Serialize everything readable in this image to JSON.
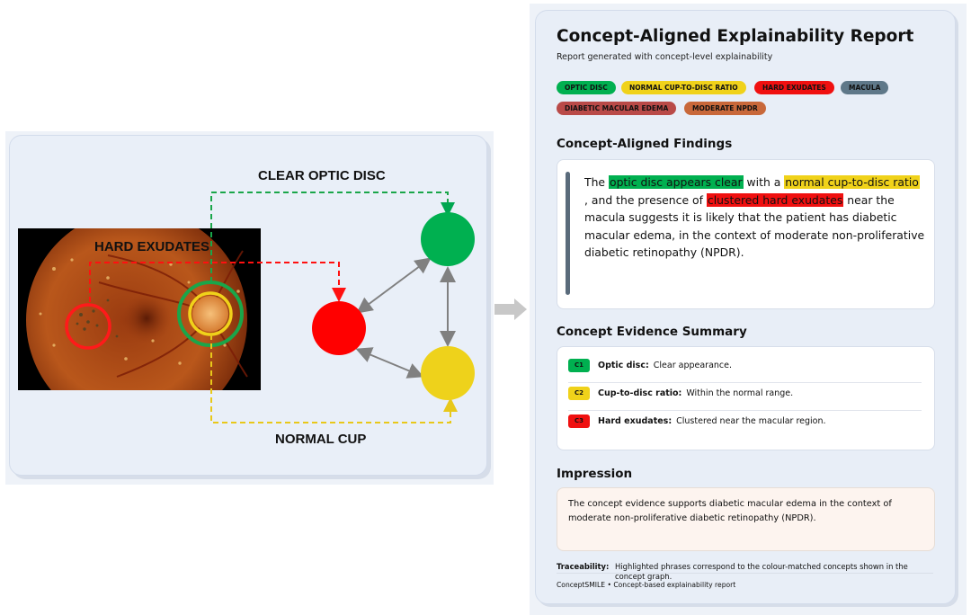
{
  "diagram": {
    "label_top": "CLEAR OPTIC DISC",
    "label_left": "HARD EXUDATES",
    "label_bottom": "NORMAL CUP",
    "colors": {
      "green": "#00a650",
      "red": "#ff0000",
      "yellow": "#eed21b",
      "edge": "#808080"
    }
  },
  "report": {
    "title": "Concept-Aligned Explainability Report",
    "subtitle": "Report generated with concept-level explainability",
    "tags": [
      {
        "label": "OPTIC DISC",
        "bg": "#00b050",
        "fg": "#111111"
      },
      {
        "label": "NORMAL CUP-TO-DISC RATIO",
        "bg": "#f0d21a",
        "fg": "#111111"
      },
      {
        "label": "HARD EXUDATES",
        "bg": "#f01010",
        "fg": "#111111"
      },
      {
        "label": "MACULA",
        "bg": "#5f7889",
        "fg": "#111111"
      },
      {
        "label": "DIABETIC MACULAR EDEMA",
        "bg": "#b94a48",
        "fg": "#111111"
      },
      {
        "label": "MODERATE NPDR",
        "bg": "#c8683a",
        "fg": "#111111"
      }
    ],
    "findings": {
      "heading": "Concept-Aligned Findings",
      "t1": "The ",
      "h1": "optic disc appears clear",
      "t2": " with a ",
      "h2": "normal cup-to-disc ratio",
      "t3": " , and the presence of ",
      "h3": "clustered hard exudates",
      "t4": " near the macula suggests it is likely that the patient has diabetic macular edema, in the context of moderate non-proliferative diabetic retinopathy (NPDR)."
    },
    "evidence": {
      "heading": "Concept Evidence Summary",
      "rows": [
        {
          "badge": "C1",
          "label": "Optic disc:",
          "value": "Clear appearance.",
          "color": "#00b050"
        },
        {
          "badge": "C2",
          "label": "Cup-to-disc ratio:",
          "value": "Within the normal range.",
          "color": "#f0d21a"
        },
        {
          "badge": "C3",
          "label": "Hard exudates:",
          "value": "Clustered near the macular region.",
          "color": "#f01010"
        }
      ]
    },
    "impression": {
      "heading": "Impression",
      "text": "The concept evidence supports diabetic macular edema in the context of moderate non-proliferative diabetic retinopathy (NPDR)."
    },
    "traceability": {
      "label": "Traceability:",
      "text": "Highlighted phrases correspond to the colour-matched concepts shown in the concept graph."
    },
    "footer": "ConceptSMILE • Concept-based explainability report"
  }
}
